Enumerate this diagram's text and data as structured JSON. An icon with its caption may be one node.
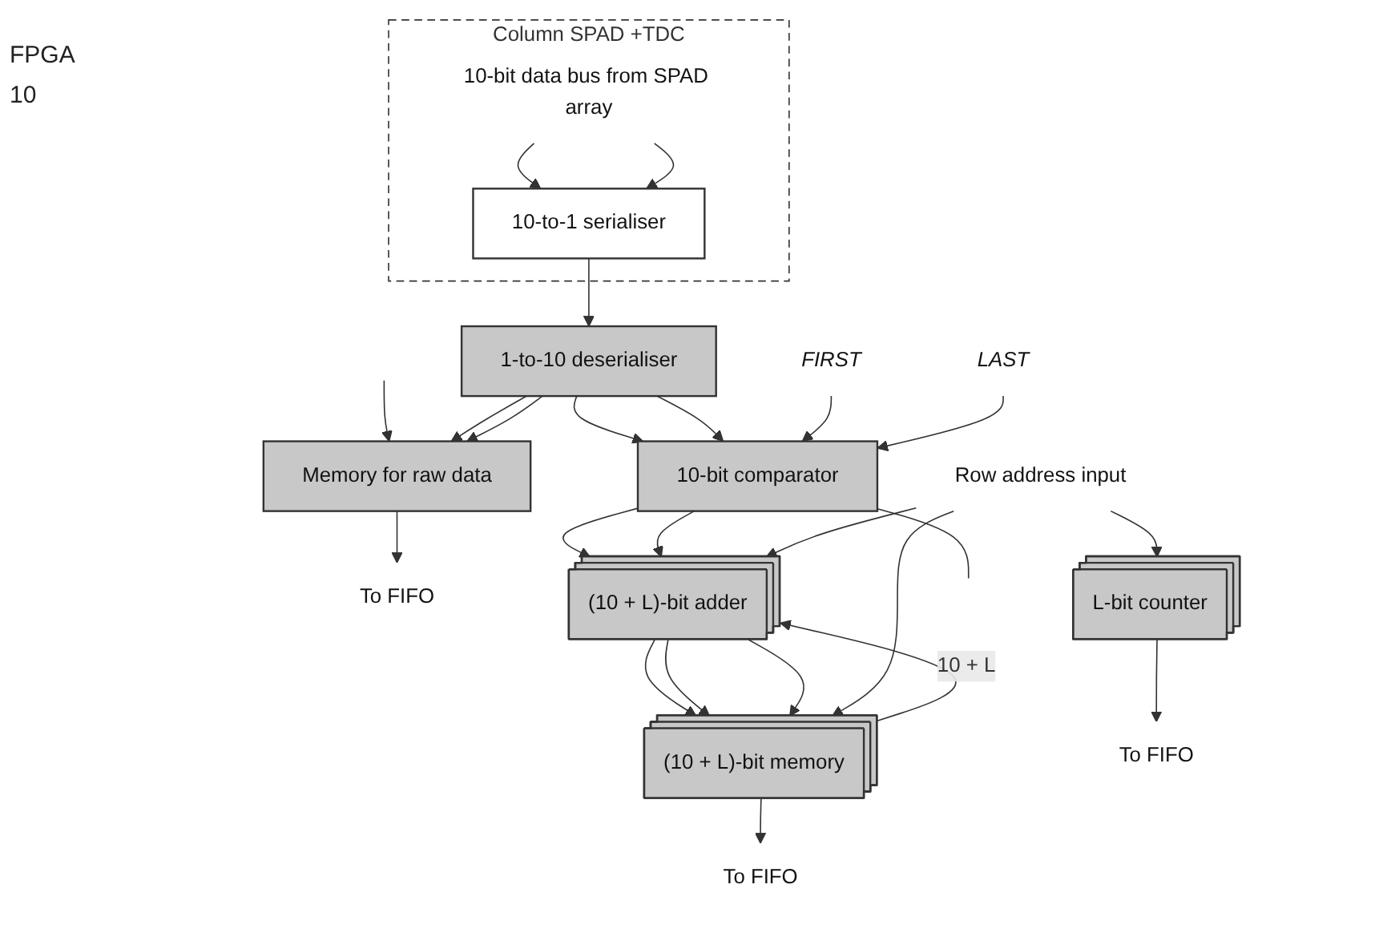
{
  "diagram": {
    "nodes": [
      {
        "text": [
          "Column SPAD +TDC"
        ]
      },
      {
        "text": [
          "10-bit data bus from SPAD array"
        ],
        "in": 0
      },
      {
        "text": [
          "10-to-1 serialiser"
        ],
        "in": 0
      },
      {
        "text": [
          "Memory for raw data"
        ]
      },
      {
        "text": [
          "To FIFO"
        ]
      },
      {
        "text": [
          "1-to-10 deserialiser"
        ]
      },
      {
        "text": [
          "FIRST"
        ]
      },
      {
        "text": [
          "LAST"
        ]
      },
      {
        "text": [
          "10-bit comparator"
        ]
      },
      {
        "text": [
          "(10 + L)-bit adder"
        ]
      },
      {
        "text": [
          "Row address input"
        ]
      },
      {
        "text": [
          "(10 + L)-bit memory"
        ]
      },
      {
        "text": [
          "L-bit counter"
        ]
      },
      {
        "text": [
          "To FIFO"
        ]
      },
      {
        "text": [
          "To FIFO"
        ]
      }
    ],
    "edges": [
      {
        "from": null,
        "to": 3,
        "arrow": "to"
      },
      {
        "from": 3,
        "to": 4,
        "arrow": "to"
      },
      {
        "from": 1,
        "to": 2,
        "arrow": "to"
      },
      {
        "from": 1,
        "to": 2,
        "arrow": "to"
      },
      {
        "from": 2,
        "to": 5,
        "arrow": "to"
      },
      {
        "from": 5,
        "to": 3,
        "arrow": "to"
      },
      {
        "from": 5,
        "to": 3,
        "arrow": "to"
      },
      {
        "from": 5,
        "to": 8,
        "arrow": "to"
      },
      {
        "from": 5,
        "to": 8,
        "arrow": "to"
      },
      {
        "from": 6,
        "to": 8,
        "arrow": "to"
      },
      {
        "from": 7,
        "to": 8,
        "arrow": "to"
      },
      {
        "from": 8,
        "to": null,
        "arrow": "none"
      },
      {
        "from": 8,
        "to": 9,
        "arrow": "to"
      },
      {
        "from": 8,
        "to": 9,
        "arrow": "to"
      },
      {
        "from": 10,
        "to": 9,
        "arrow": "to"
      },
      {
        "from": 9,
        "to": 11,
        "arrow": "to"
      },
      {
        "from": 9,
        "to": 11,
        "arrow": "to"
      },
      {
        "from": 9,
        "to": 11,
        "arrow": "to"
      },
      {
        "from": 10,
        "to": 11,
        "arrow": "to"
      },
      {
        "from": 10,
        "to": 12,
        "arrow": "to"
      },
      {
        "from": 11,
        "to": 9,
        "arrow": "to",
        "label": "10 + L"
      },
      {
        "from": 11,
        "to": 14,
        "arrow": "to"
      },
      {
        "from": 12,
        "to": 13,
        "arrow": "to"
      }
    ],
    "labels": [
      "FPGA",
      "10"
    ]
  }
}
